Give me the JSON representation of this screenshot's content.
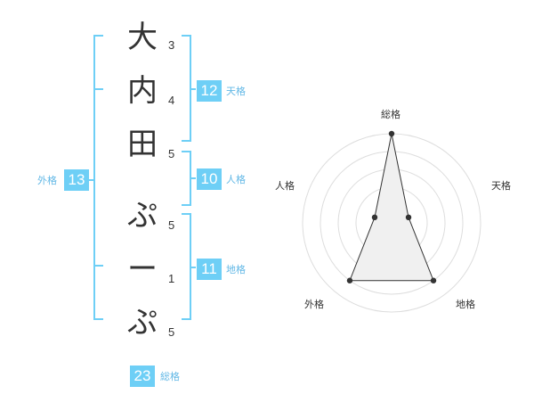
{
  "name": {
    "chars": [
      {
        "char": "大",
        "strokes": "3"
      },
      {
        "char": "内",
        "strokes": "4"
      },
      {
        "char": "田",
        "strokes": "5"
      },
      {
        "char": "ぷ",
        "strokes": "5"
      },
      {
        "char": "ー",
        "strokes": "1"
      },
      {
        "char": "ぷ",
        "strokes": "5"
      }
    ]
  },
  "kaku": {
    "tenkaku": {
      "label": "天格",
      "value": "12"
    },
    "jinkaku": {
      "label": "人格",
      "value": "10"
    },
    "chikaku": {
      "label": "地格",
      "value": "11"
    },
    "gaikaku": {
      "label": "外格",
      "value": "13"
    },
    "soukaku": {
      "label": "総格",
      "value": "23"
    }
  },
  "colors": {
    "accent": "#6ecff6",
    "label": "#62b8e6",
    "text": "#333333"
  },
  "chart_data": {
    "type": "radar",
    "axes": [
      "総格",
      "天格",
      "地格",
      "外格",
      "人格"
    ],
    "values": [
      5,
      1,
      4,
      4,
      1
    ],
    "rmax": 5,
    "rings": 5
  }
}
